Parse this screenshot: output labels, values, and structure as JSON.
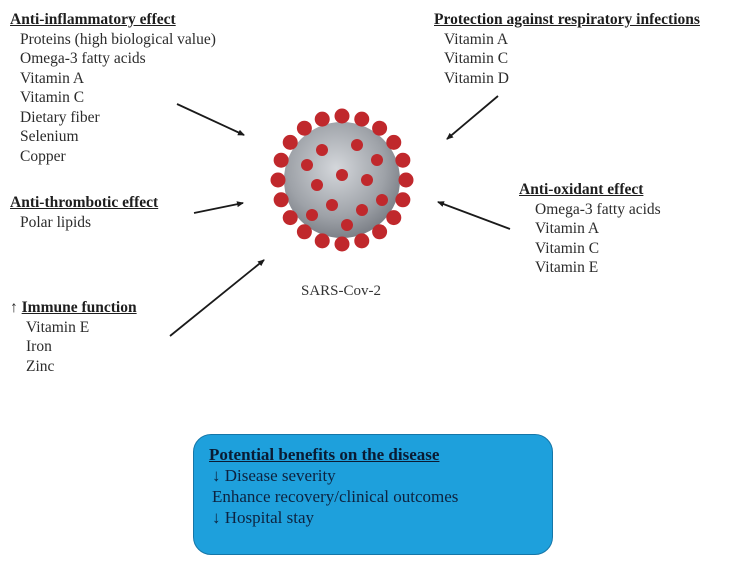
{
  "diagram": {
    "center": {
      "label": "SARS-Cov-2",
      "icon": "virus-icon"
    },
    "groups": {
      "anti_inflammatory": {
        "heading": "Anti-inflammatory effect",
        "items": [
          "Proteins (high biological value)",
          "Omega-3 fatty acids",
          "Vitamin A",
          "Vitamin C",
          "Dietary fiber",
          "Selenium",
          "Copper"
        ]
      },
      "respiratory": {
        "heading": "Protection against respiratory infections",
        "items": [
          "Vitamin A",
          "Vitamin C",
          "Vitamin D"
        ]
      },
      "anti_thrombotic": {
        "heading": "Anti-thrombotic effect",
        "items": [
          "Polar lipids"
        ]
      },
      "anti_oxidant": {
        "heading": "Anti-oxidant effect",
        "items": [
          "Omega-3 fatty acids",
          "Vitamin A",
          "Vitamin C",
          "Vitamin E"
        ]
      },
      "immune": {
        "prefix": "↑",
        "heading": "Immune function",
        "items": [
          "Vitamin E",
          "Iron",
          "Zinc"
        ]
      }
    },
    "benefits": {
      "heading": "Potential benefits on the disease",
      "items": [
        "↓ Disease severity",
        "Enhance recovery/clinical outcomes",
        "↓ Hospital stay"
      ],
      "color": "#1ea0dc"
    },
    "colors": {
      "virus_spike": "#c0282c",
      "virus_body": "#a9adb3"
    }
  }
}
